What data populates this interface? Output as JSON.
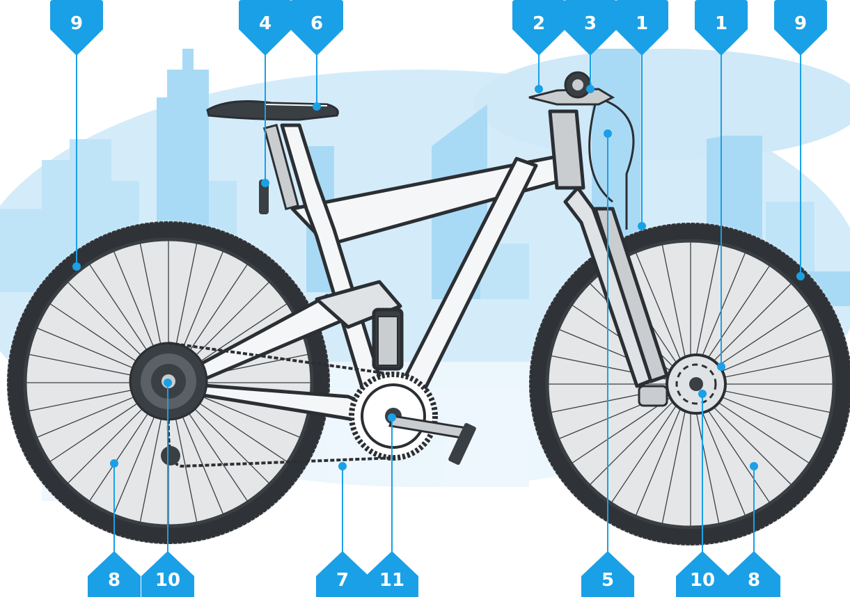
{
  "diagram": {
    "subject": "full-suspension mountain bicycle parts diagram",
    "colors": {
      "marker": "#1aa0e6",
      "marker_text": "#ffffff",
      "leader_line": "#1aa0e6",
      "city_light": "#d4ecfa",
      "city_mid": "#bfe4f8",
      "city_dark": "#a9daf5",
      "tire": "#2f3338",
      "frame_outline": "#2b2f33",
      "frame_fill": "#f4f6f7",
      "metal": "#c9cdd0"
    },
    "top_markers": [
      {
        "label": "9"
      },
      {
        "label": "4"
      },
      {
        "label": "6"
      },
      {
        "label": "2"
      },
      {
        "label": "3"
      },
      {
        "label": "1"
      },
      {
        "label": "1"
      },
      {
        "label": "9"
      }
    ],
    "bottom_markers": [
      {
        "label": "8"
      },
      {
        "label": "10"
      },
      {
        "label": "7"
      },
      {
        "label": "11"
      },
      {
        "label": "5"
      },
      {
        "label": "10"
      },
      {
        "label": "8"
      }
    ]
  }
}
